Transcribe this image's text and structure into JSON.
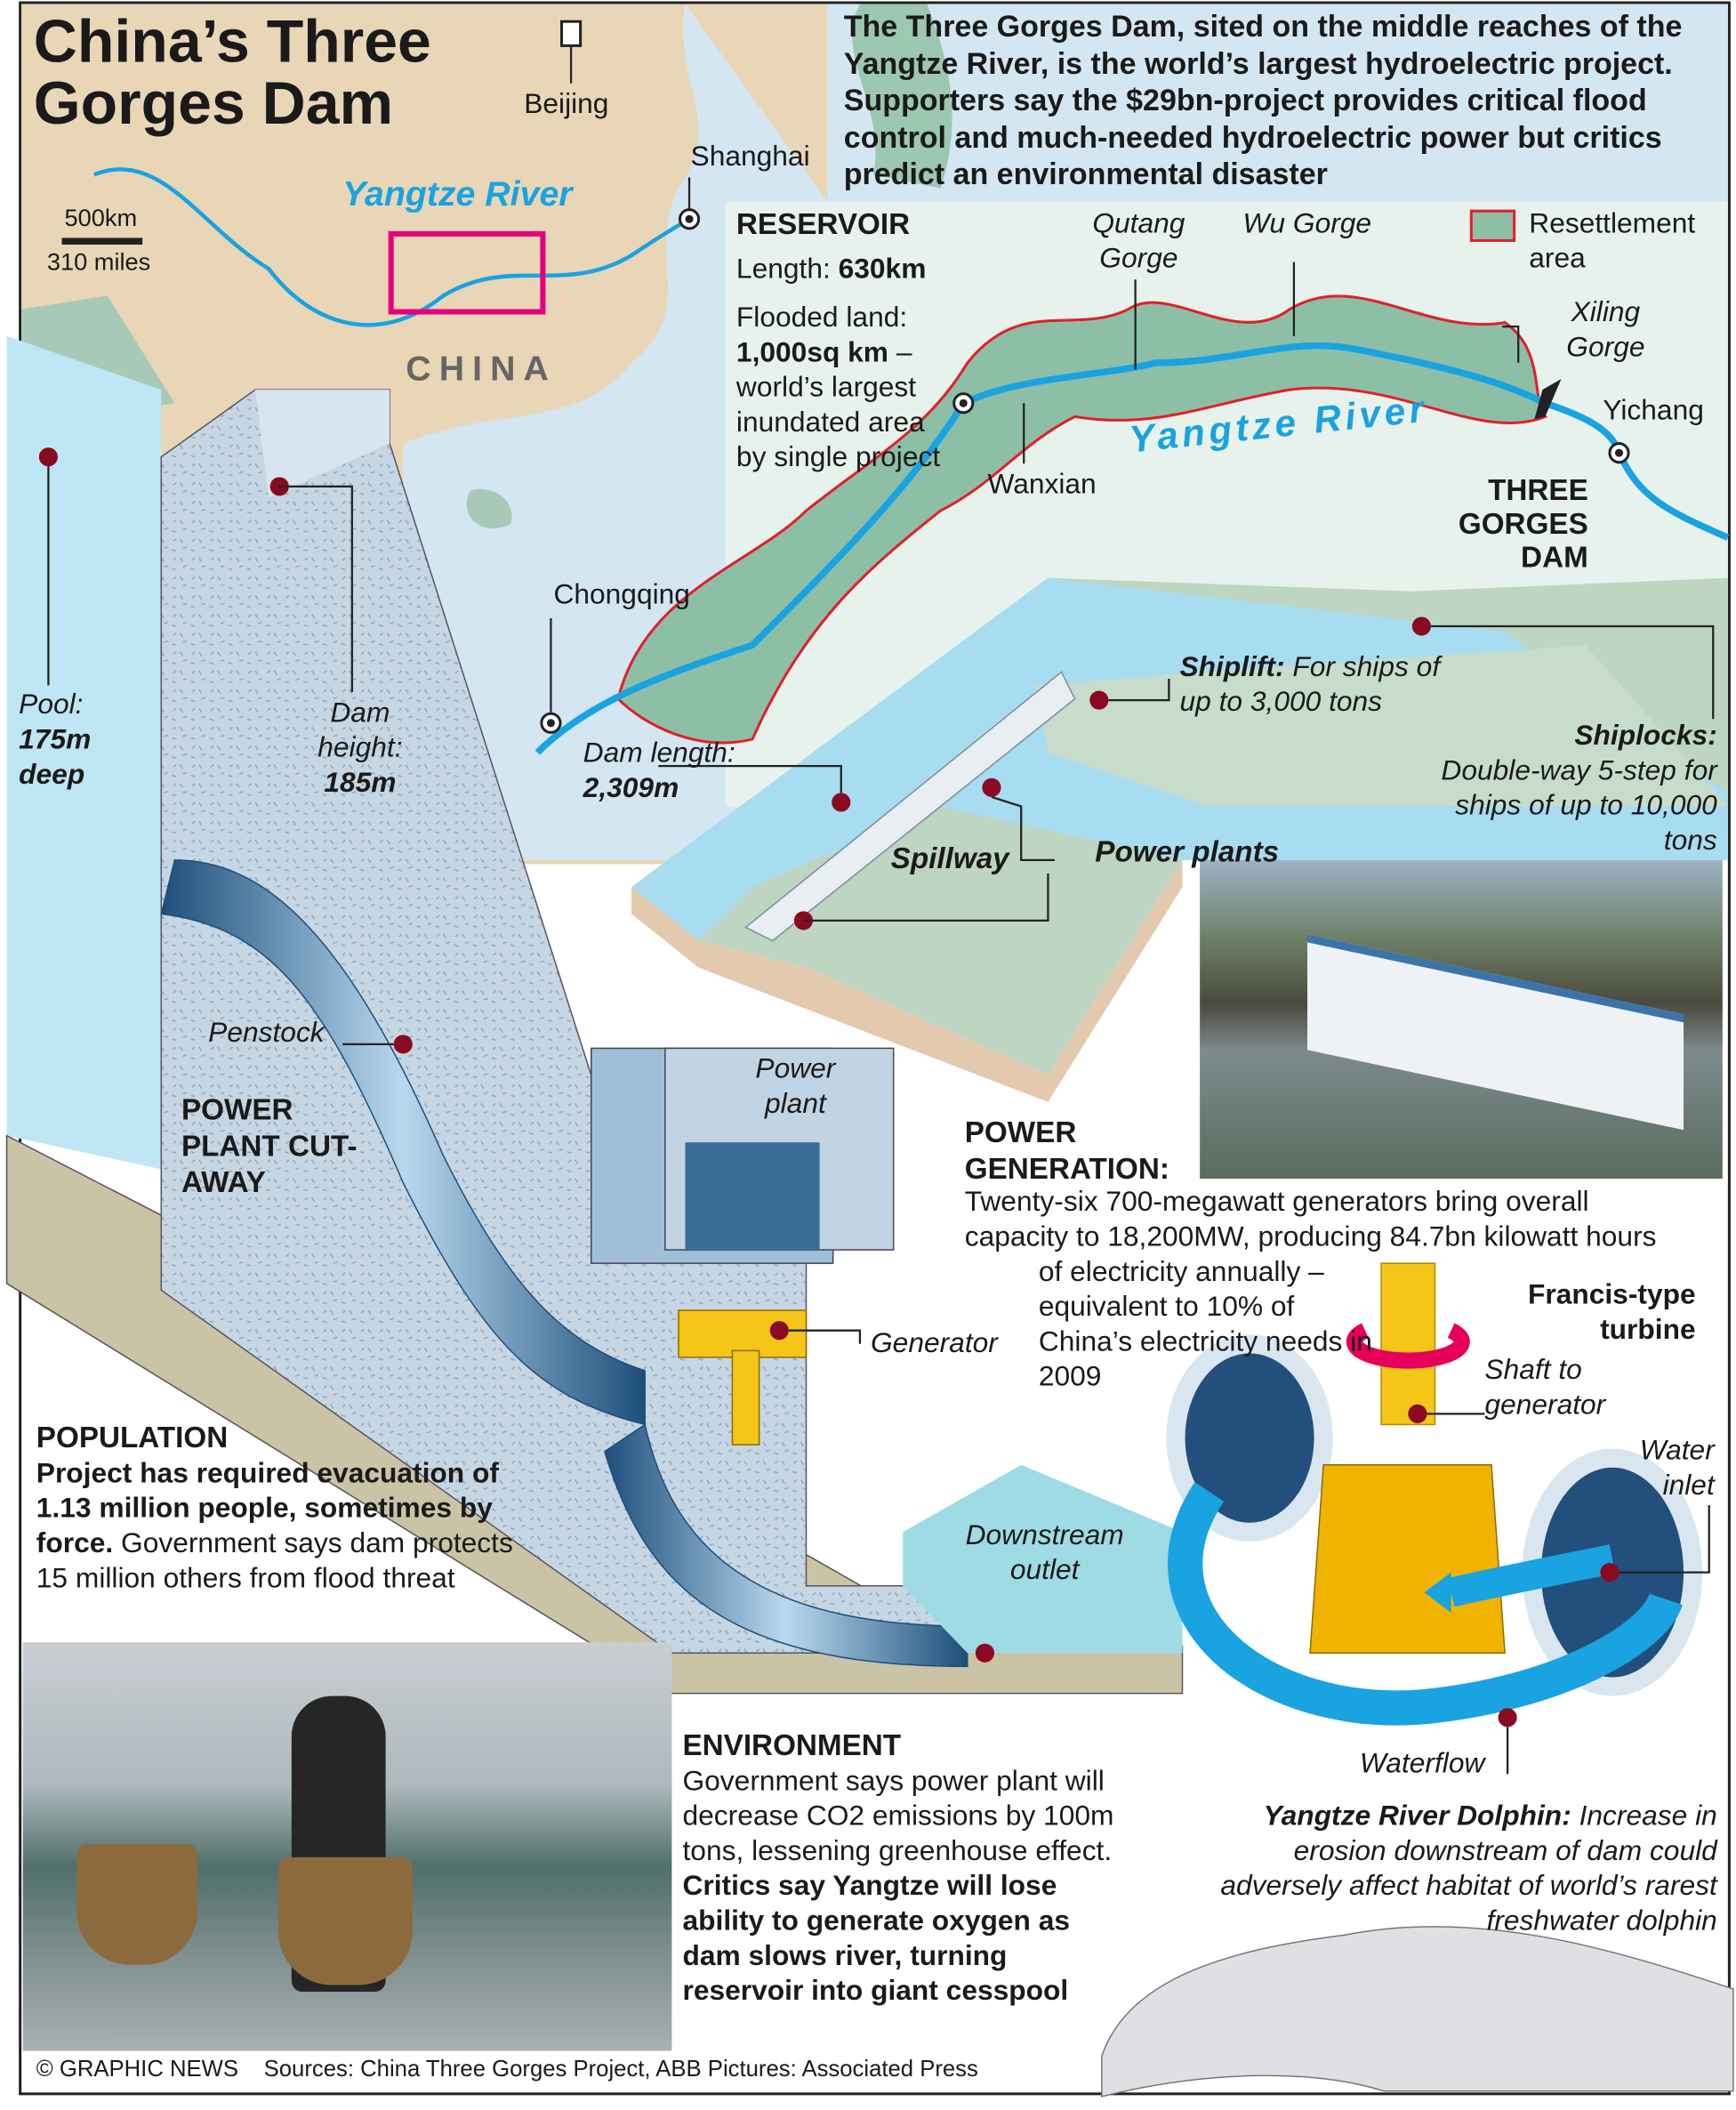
{
  "title": "China’s Three Gorges Dam",
  "intro": "The Three Gorges Dam, sited on the middle reaches of the Yangtze River, is the world’s largest hydroelectric project. Supporters say the $29bn-project provides critical flood control and much-needed hydroelectric power but critics predict an environmental disaster",
  "map": {
    "cities": [
      "Beijing",
      "Shanghai"
    ],
    "river_label": "Yangtze River",
    "country_label": "CHINA",
    "scale_km": "500km",
    "scale_miles": "310 miles"
  },
  "reservoir": {
    "heading": "RESERVOIR",
    "length_label": "Length:",
    "length_value": "630km",
    "flooded_label": "Flooded land:",
    "flooded_value": "1,000sq km",
    "flooded_text": "world’s largest inundated area by single project",
    "gorges": [
      "Qutang Gorge",
      "Wu Gorge",
      "Xiling Gorge"
    ],
    "legend_resettlement": "Resettlement area",
    "river_label": "Yangtze River",
    "cities": [
      "Wanxian",
      "Chongqing",
      "Yichang"
    ],
    "dam_label": "THREE GORGES DAM"
  },
  "dam_model": {
    "dam_length_label": "Dam length:",
    "dam_length_value": "2,309m",
    "shiplift_label": "Shiplift:",
    "shiplift_text": "For ships of up to 3,000 tons",
    "shiplocks_label": "Shiplocks:",
    "shiplocks_text": "Double-way 5-step for ships of up to 10,000 tons",
    "spillway": "Spillway",
    "power_plants": "Power plants"
  },
  "cutaway": {
    "pool_label": "Pool:",
    "pool_value": "175m deep",
    "dam_height_label": "Dam height:",
    "dam_height_value": "185m",
    "penstock": "Penstock",
    "heading": "POWER PLANT CUT-AWAY",
    "power_plant": "Power plant",
    "generator": "Generator",
    "downstream_outlet": "Downstream outlet"
  },
  "power_generation": {
    "heading": "POWER GENERATION:",
    "text1": "Twenty-six 700-megawatt generators bring overall",
    "text2": "capacity to 18,200MW, producing 84.7bn kilowatt hours",
    "text3": "of electricity annually – equivalent to 10% of China’s electricity needs in 2009"
  },
  "turbine": {
    "heading": "Francis-type turbine",
    "shaft": "Shaft to generator",
    "water_inlet": "Water inlet",
    "waterflow": "Waterflow"
  },
  "population": {
    "heading": "POPULATION",
    "bold_text": "Project has required evacuation of 1.13 million people, sometimes by force.",
    "text": "Government says dam protects 15 million others from flood threat"
  },
  "environment": {
    "heading": "ENVIRONMENT",
    "text": "Government says power plant will decrease CO2 emissions by 100m tons, lessening greenhouse effect.",
    "bold_text": "Critics say Yangtze will lose ability to generate oxygen as dam slows river, turning reservoir into giant cesspool"
  },
  "dolphin": {
    "heading": "Yangtze River Dolphin:",
    "text": "Increase in erosion downstream of dam could adversely affect habitat of world’s rarest freshwater dolphin"
  },
  "footer": {
    "credit": "© GRAPHIC NEWS",
    "sources": "Sources: China Three Gorges Project, ABB  Pictures: Associated Press"
  },
  "colors": {
    "river": "#19a3e0",
    "resettlement": "#8dbfa7",
    "marker": "#8a0a22",
    "highlight": "#e6007e",
    "turbine": "#f5c518"
  }
}
